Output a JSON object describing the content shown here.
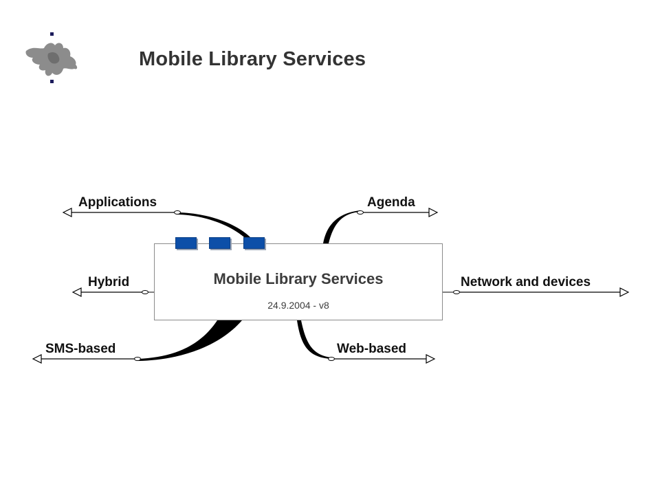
{
  "slide": {
    "title": "Mobile Library Services"
  },
  "mindmap": {
    "central_topic": {
      "title": "Mobile Library Services",
      "subtitle": "24.9.2004 - v8"
    },
    "branches": {
      "applications": "Applications",
      "hybrid": "Hybrid",
      "sms_based": "SMS-based",
      "agenda": "Agenda",
      "network_and_devices": "Network and devices",
      "web_based": "Web-based"
    }
  },
  "colors": {
    "title_text": "#333333",
    "logo": "#8c8c8c",
    "logo_accent": "#1c1c5c",
    "tab_fill": "#0d4fa8",
    "connector": "#000000"
  }
}
